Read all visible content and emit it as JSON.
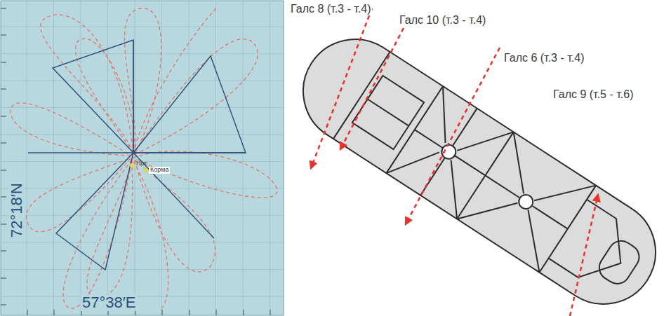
{
  "diagram": {
    "labels": [
      "Галс 8 (т.3 - т.4)",
      "Галс 10 (т.3 - т.4)",
      "Галс 6 (т.3 - т.4)",
      "Галс 9 (т.5 - т.6)",
      "Нос",
      "Корма",
      "72°18′N",
      "57°38′E"
    ]
  }
}
